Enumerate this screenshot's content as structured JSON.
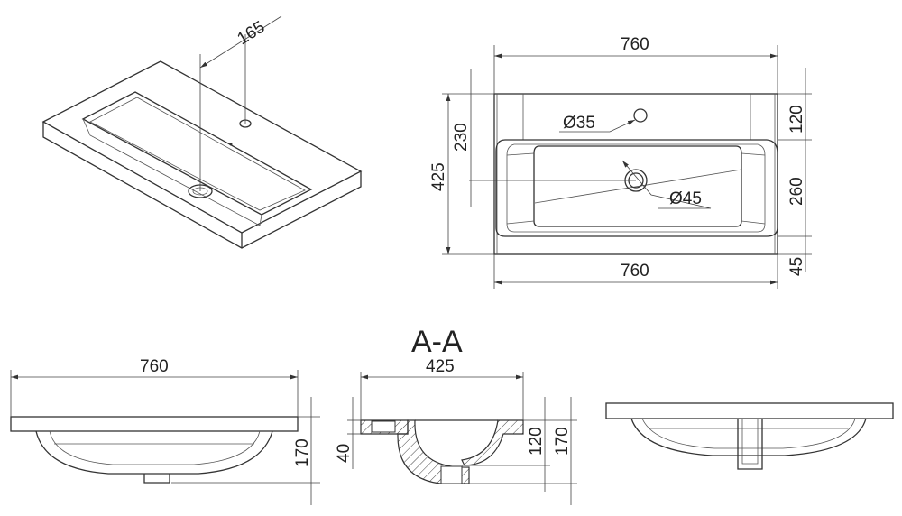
{
  "isometric": {
    "depth_dim": "165"
  },
  "plan": {
    "width_top": "760",
    "width_bottom": "760",
    "depth_total": "425",
    "drain_offset": "230",
    "deck_depth": "120",
    "basin_depth": "260",
    "front_lip": "45",
    "tap_hole": "Ø35",
    "drain_hole": "Ø45"
  },
  "section_title": "A-A",
  "front_view": {
    "width": "760",
    "height": "170"
  },
  "section_view": {
    "depth": "425",
    "slab": "40",
    "bowl": "120",
    "height": "170"
  }
}
